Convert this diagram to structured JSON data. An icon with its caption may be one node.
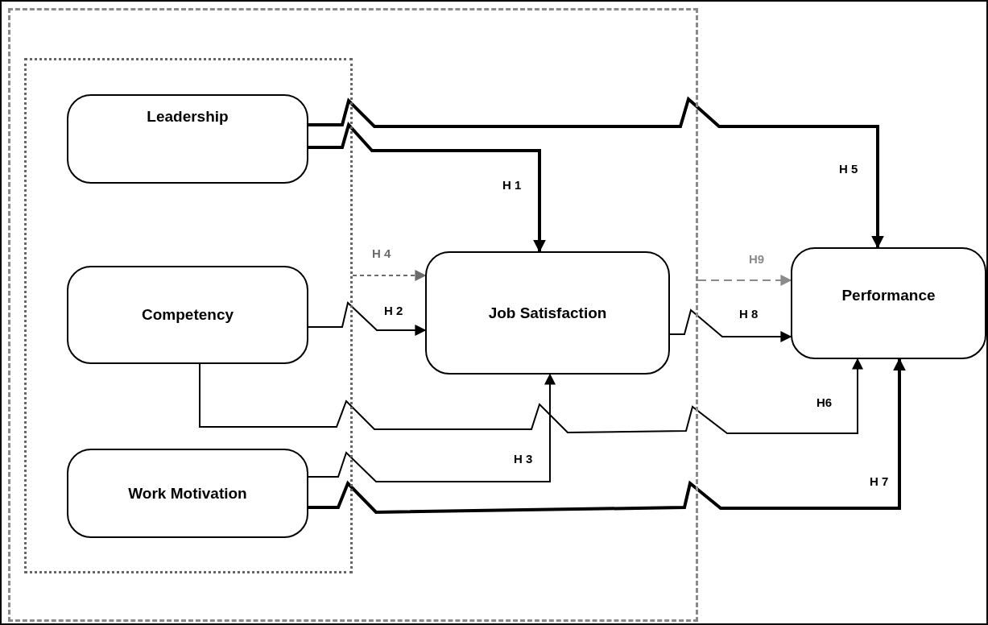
{
  "diagram": {
    "nodes": [
      {
        "text": [],
        "shape": "box"
      },
      {
        "text": [],
        "shape": "box",
        "in": 0
      },
      {
        "text": [
          "Leadership"
        ],
        "in": 1
      },
      {
        "text": [
          "Competency"
        ],
        "in": 1
      },
      {
        "text": [
          "Work Motivation"
        ],
        "in": 1
      },
      {
        "text": [
          "Job Satisfaction"
        ],
        "in": 0
      },
      {
        "text": [
          "Performance"
        ]
      }
    ],
    "edges": [
      {
        "from": 2,
        "to": 5,
        "arrow": "to",
        "label": "H 1",
        "style": "thick"
      },
      {
        "from": 2,
        "to": 6,
        "arrow": "to",
        "label": "H 5",
        "style": "thick"
      },
      {
        "from": 3,
        "to": 5,
        "arrow": "to",
        "label": "H 2"
      },
      {
        "from": 1,
        "to": 5,
        "arrow": "to",
        "label": "H 4",
        "style": "dashed",
        "color": "#6b6b6b"
      },
      {
        "from": 4,
        "to": 5,
        "arrow": "to",
        "label": "H 3"
      },
      {
        "from": 3,
        "to": 6,
        "arrow": "to",
        "label": "H6"
      },
      {
        "from": 4,
        "to": 6,
        "arrow": "to",
        "label": "H 7",
        "style": "thick"
      },
      {
        "from": 5,
        "to": 6,
        "arrow": "to",
        "label": "H 8"
      },
      {
        "from": 0,
        "to": 6,
        "arrow": "to",
        "label": "H9",
        "style": "dashed",
        "color": "#8a8a8a"
      }
    ]
  }
}
